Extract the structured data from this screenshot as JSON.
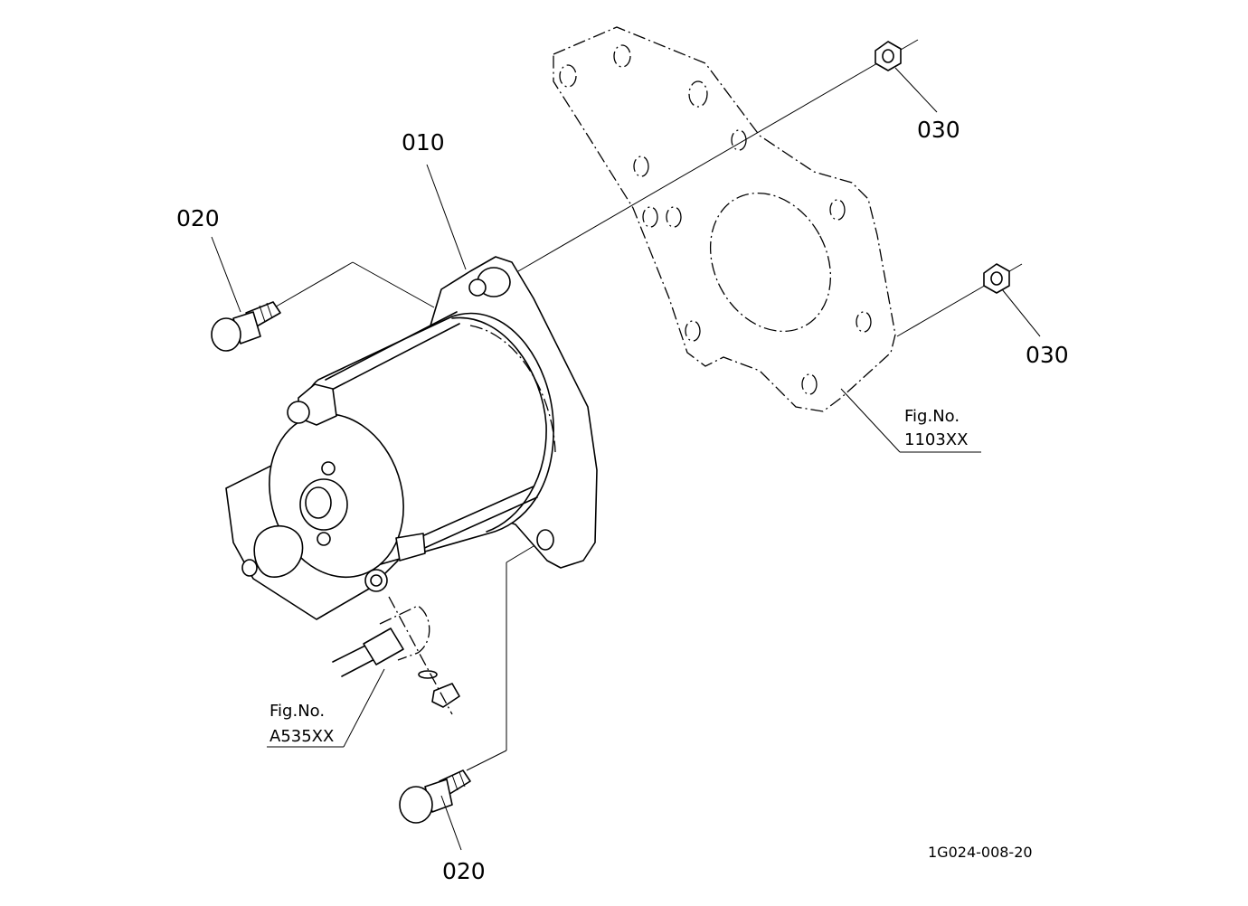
{
  "callouts": {
    "part_010": "010",
    "part_020_top": "020",
    "part_020_bottom": "020",
    "part_030_top": "030",
    "part_030_middle": "030"
  },
  "references": {
    "fig_label_plate": "Fig.No.",
    "fig_number_plate": "1103XX",
    "fig_label_cable": "Fig.No.",
    "fig_number_cable": "A535XX"
  },
  "drawing_id": "1G024-008-20"
}
